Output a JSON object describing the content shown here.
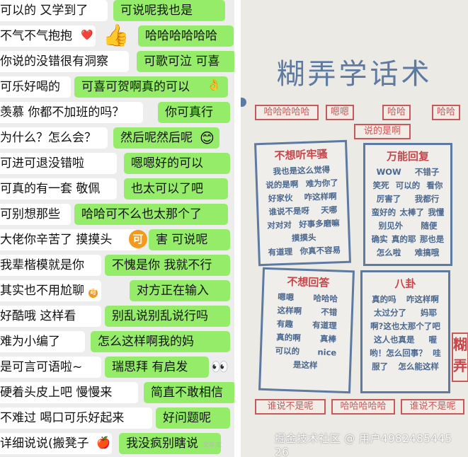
{
  "chat": {
    "rows": [
      {
        "left": "可以的 又学到了",
        "right": "可说呢我也是"
      },
      {
        "left": "不气不气抱抱",
        "right": "哈哈哈哈哈哈"
      },
      {
        "left": "你说的没错很有洞察",
        "right": "可歌可泣 可喜"
      },
      {
        "left": "可乐好喝的",
        "right": "可喜可贺啊真的可以"
      },
      {
        "left": "羡慕 你都不加班的吗？",
        "right": "你可真行"
      },
      {
        "left": "为什么？怎么会？",
        "right": "然后呢然后呢"
      },
      {
        "left": "可进可退没错啦",
        "right": "嗯嗯好的可以"
      },
      {
        "left": "可真的有一套 敬佩",
        "right": "也太可以了吧"
      },
      {
        "left": "可别想那些",
        "right": "哈哈可不么也太那个了"
      },
      {
        "left": "大佬你辛苦了 摸摸头",
        "right": "害 可说呢"
      },
      {
        "left": "我辈楷模就是你",
        "right": "不愧是你 我就不行"
      },
      {
        "left": "其实也不用尬聊",
        "right": "对方正在输入"
      },
      {
        "left": "好酷哦 这样看",
        "right": "别乱说别乱说行吗"
      },
      {
        "left": "难为小编了",
        "right": "怎么这样啊我的妈"
      },
      {
        "left": "是可言可语啦~",
        "right": "瑞思拜 有启发"
      },
      {
        "left": "硬着头皮上吧 慢慢来",
        "right": "简直不敢相信"
      },
      {
        "left": "不难过 喝口可乐好起来",
        "right": "好问题呢"
      },
      {
        "left": "详细说说(搬凳子",
        "right": "我没疯别瞎说"
      }
    ],
    "emojis": {
      "heart": "❤️",
      "thumbs_up": "👍",
      "ok_hand": "👌",
      "smile": "😊",
      "ke_badge": "可",
      "eyes": "👀",
      "apple": "🍎",
      "small_ke": "可"
    },
    "watermark": "文件库"
  },
  "poster": {
    "title": "糊弄学话术",
    "bg_cards": [
      "说的是啊",
      "谁说不是呢",
      "哈哈哈哈哈",
      "哈哈哈哈哈",
      "谁说不是呢",
      "哈哈",
      "嗯嗯",
      "哈哈",
      "糊弄"
    ],
    "cards": [
      {
        "title": "不想听牢骚",
        "rows": [
          [
            "我也是这么觉得"
          ],
          [
            "说的是啊",
            "难为你了"
          ],
          [
            "好家伙",
            "咋这样啊"
          ],
          [
            "谁说不是呀",
            "天哪"
          ],
          [
            "对对对",
            "好事多磨嘛"
          ],
          [
            "摸摸头"
          ],
          [
            "有道理",
            "你真不容易"
          ]
        ]
      },
      {
        "title": "万能回复",
        "rows": [
          [
            "WOW",
            "不错子"
          ],
          [
            "笑死",
            "可以的",
            "看你"
          ],
          [
            "厉害了",
            "我都行"
          ],
          [
            "蛮好的",
            "太棒了",
            "我懂"
          ],
          [
            "别见外",
            "随便"
          ],
          [
            "确实",
            "真的耶",
            "那也是"
          ],
          [
            "怎么啦",
            "难搞哦"
          ]
        ]
      },
      {
        "title": "不想回答",
        "rows": [
          [
            "嗯嗯",
            "哈哈哈"
          ],
          [
            "这样啊",
            "不错"
          ],
          [
            "有趣",
            "有道理"
          ],
          [
            "真的啊",
            "真棒"
          ],
          [
            "可以的",
            "nice"
          ],
          [
            "是这样"
          ]
        ]
      },
      {
        "title": "八卦",
        "rows": [
          [
            "真的吗",
            "咋这样啊"
          ],
          [
            "太过分了",
            "妈耶"
          ],
          [
            "啊?这也太那个了吧"
          ],
          [
            "这人也真是",
            "喔"
          ],
          [
            "哟！怎么回事？",
            "哇"
          ],
          [
            "服了",
            "怎么能这样"
          ]
        ]
      }
    ],
    "footer": "掘金技术社区 @ 用户4982485445 26",
    "colors": {
      "blue": "#5d7aa3",
      "red": "#c9454a",
      "green_bubble": "#95ec69"
    }
  }
}
